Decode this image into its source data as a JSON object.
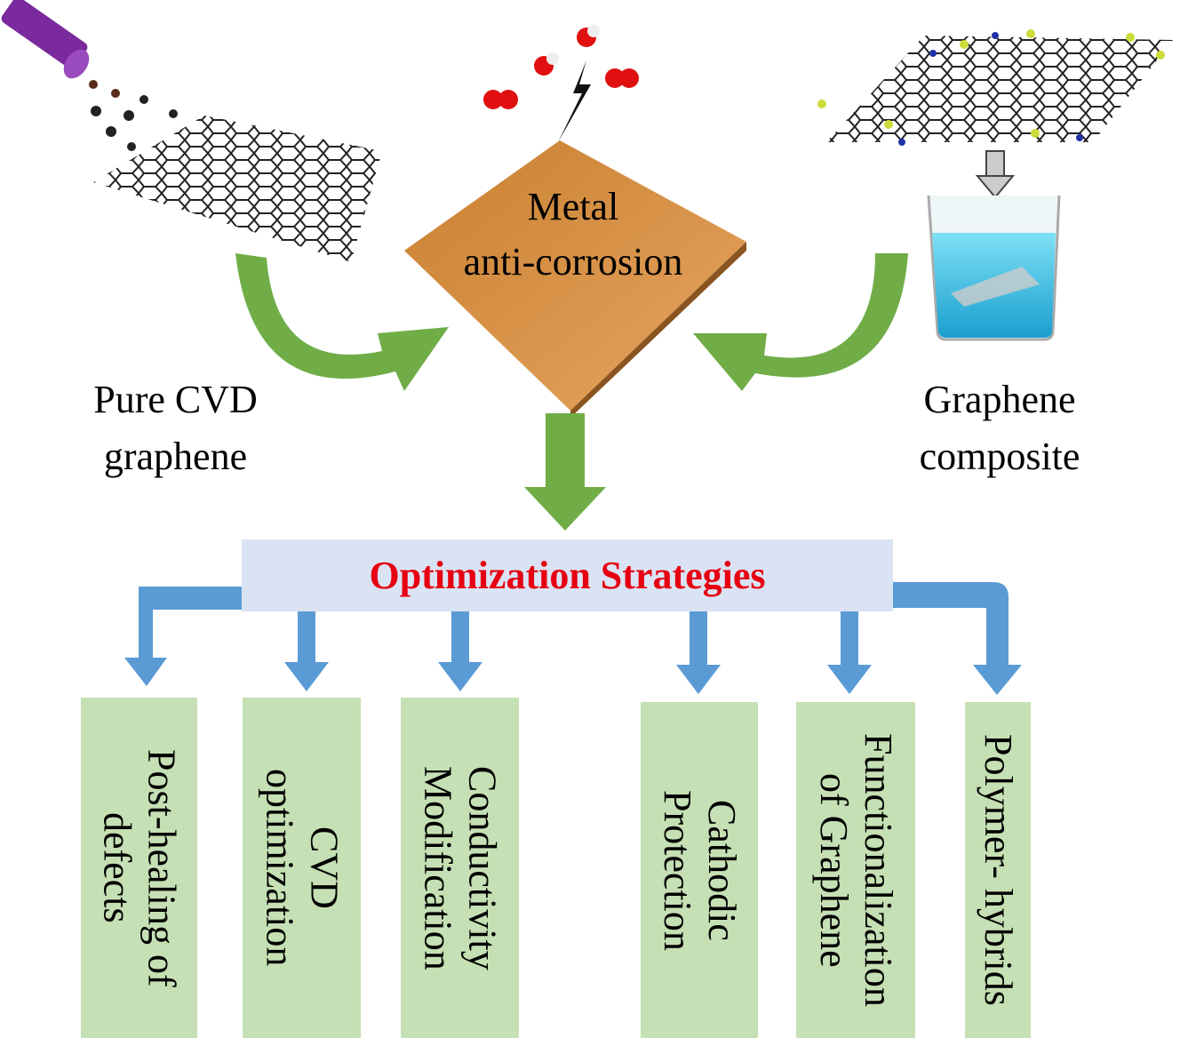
{
  "center": {
    "line1": "Metal",
    "line2": "anti-corrosion"
  },
  "left_label": {
    "line1": "Pure CVD",
    "line2": "graphene"
  },
  "right_label": {
    "line1": "Graphene",
    "line2": "composite"
  },
  "optimization_title": "Optimization Strategies",
  "strategies": [
    {
      "line1": "Post-healing of",
      "line2": "defects"
    },
    {
      "line1": "CVD",
      "line2": "optimization"
    },
    {
      "line1": "Conductivity",
      "line2": "Modification"
    },
    {
      "line1": "Cathodic",
      "line2": "Protection"
    },
    {
      "line1": "Functionalization",
      "line2": "of Graphene"
    },
    {
      "line1": "Polymer- hybrids",
      "line2": ""
    }
  ],
  "colors": {
    "diamond": "#d98f43",
    "green_arrow": "#70ad47",
    "blue_arrow": "#5b9bd5",
    "strategy_box": "#c5e0b4",
    "title_box": "#dae3f3",
    "title_text": "#e60012"
  }
}
